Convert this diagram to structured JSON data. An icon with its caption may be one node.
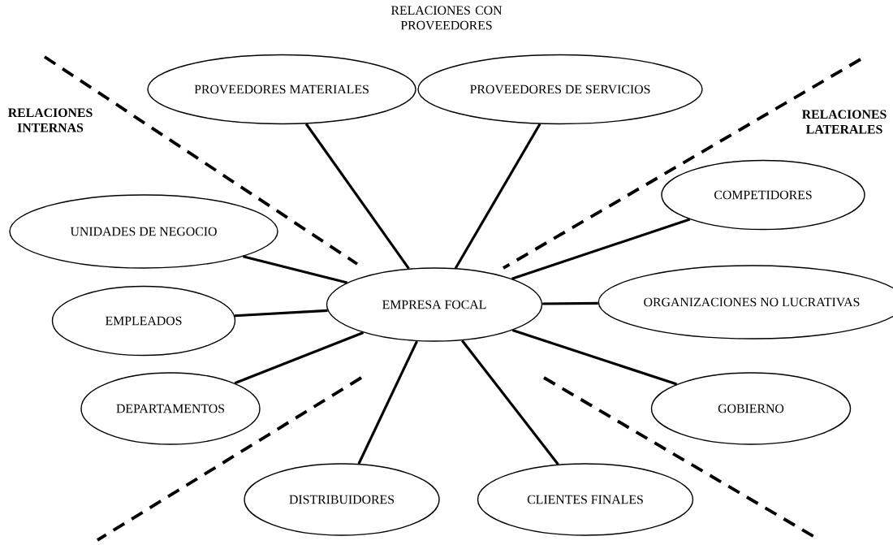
{
  "diagram": {
    "nodes": [
      {
        "text": [
          "EMPRESA FOCAL"
        ]
      },
      {
        "text": [
          "PROVEEDORES MATERIALES"
        ]
      },
      {
        "text": [
          "PROVEEDORES DE SERVICIOS"
        ]
      },
      {
        "text": [
          "UNIDADES DE NEGOCIO"
        ]
      },
      {
        "text": [
          "EMPLEADOS"
        ]
      },
      {
        "text": [
          "DEPARTAMENTOS"
        ]
      },
      {
        "text": [
          "COMPETIDORES"
        ]
      },
      {
        "text": [
          "ORGANIZACIONES NO LUCRATIVAS"
        ]
      },
      {
        "text": [
          "GOBIERNO"
        ]
      },
      {
        "text": [
          "DISTRIBUIDORES"
        ]
      },
      {
        "text": [
          "CLIENTES FINALES"
        ]
      }
    ],
    "edges": [
      {
        "from": 0,
        "to": 1,
        "arrow": "none"
      },
      {
        "from": 0,
        "to": 2,
        "arrow": "none"
      },
      {
        "from": 0,
        "to": 3,
        "arrow": "none"
      },
      {
        "from": 0,
        "to": 4,
        "arrow": "none"
      },
      {
        "from": 0,
        "to": 5,
        "arrow": "none"
      },
      {
        "from": 0,
        "to": 6,
        "arrow": "none"
      },
      {
        "from": 0,
        "to": 7,
        "arrow": "none"
      },
      {
        "from": 0,
        "to": 8,
        "arrow": "none"
      },
      {
        "from": 0,
        "to": 9,
        "arrow": "none"
      },
      {
        "from": 0,
        "to": 10,
        "arrow": "none"
      }
    ],
    "labels": [
      "RELACIONES CON PROVEEDORES",
      "RELACIONES INTERNAS",
      "RELACIONES LATERALES"
    ]
  }
}
